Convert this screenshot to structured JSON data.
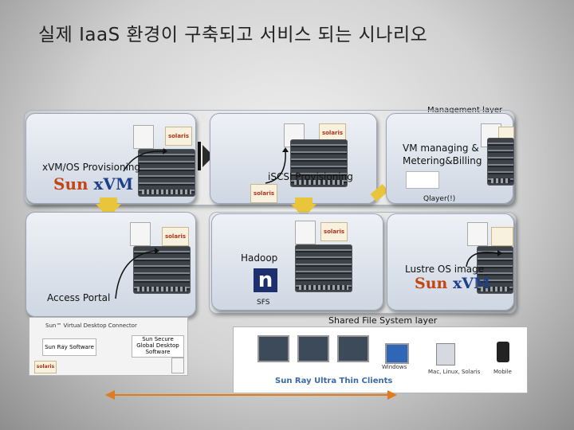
{
  "title": "실제 IaaS 환경이 구축되고 서비스 되는 시나리오",
  "labels": {
    "management_layer": "Management layer",
    "xvm_provisioning": "xVM/OS Provisioning",
    "iscsi_provisioning": "iSCSI Provisioning",
    "vm_managing": "VM managing &",
    "metering_billing": "Metering&Billing",
    "qlayer": "Qlayer(!)",
    "hadoop": "Hadoop",
    "lustre": "Lustre OS image",
    "access_portal": "Access Portal",
    "sfs": "SFS",
    "shared_fs_layer": "Shared File System layer"
  },
  "logos": {
    "sun": "Sun",
    "xvm": "xVM",
    "solaris": "solaris",
    "netapp": "n"
  },
  "vdc_panel": {
    "connector": "Sun™ Virtual Desktop Connector",
    "software": "Sun Ray Software",
    "secure_global": "Sun Secure Global Desktop Software",
    "solaris": "solaris"
  },
  "clients": {
    "brand": "Sun Ray Ultra Thin Clients",
    "windows": "Windows",
    "mac_linux_solaris": "Mac, Linux, Solaris",
    "mobile": "Mobile"
  },
  "colors": {
    "accent_orange": "#c24614",
    "arrow_yellow": "#e8c53b",
    "panel_blue": "#cfd7e3"
  }
}
